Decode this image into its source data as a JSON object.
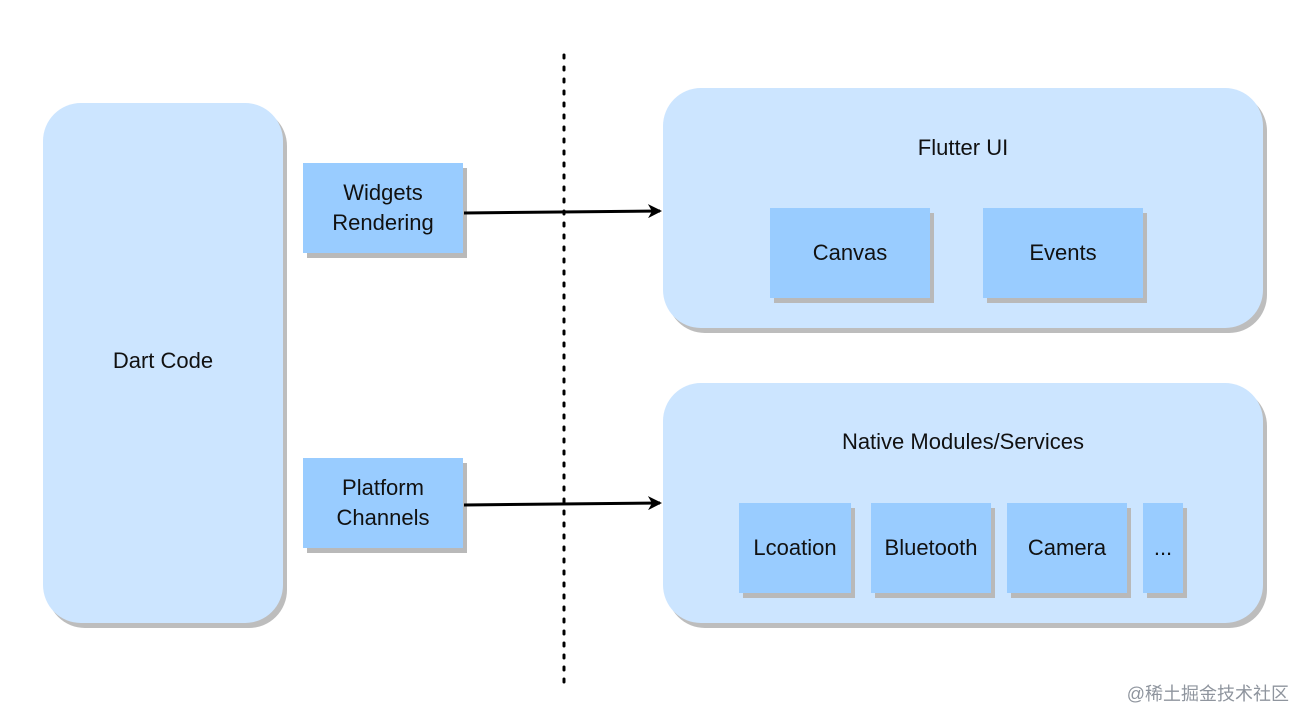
{
  "diagram": {
    "dart_code": "Dart Code",
    "widgets_rendering": "Widgets\nRendering",
    "platform_channels": "Platform\nChannels",
    "flutter_ui": {
      "title": "Flutter UI",
      "items": [
        "Canvas",
        "Events"
      ]
    },
    "native_modules": {
      "title": "Native Modules/Services",
      "items": [
        "Lcoation",
        "Bluetooth",
        "Camera",
        "..."
      ]
    }
  },
  "watermark": "@稀土掘金技术社区",
  "colors": {
    "light_panel": "#cce5ff",
    "block": "#99ccff",
    "arrow": "#000000"
  }
}
